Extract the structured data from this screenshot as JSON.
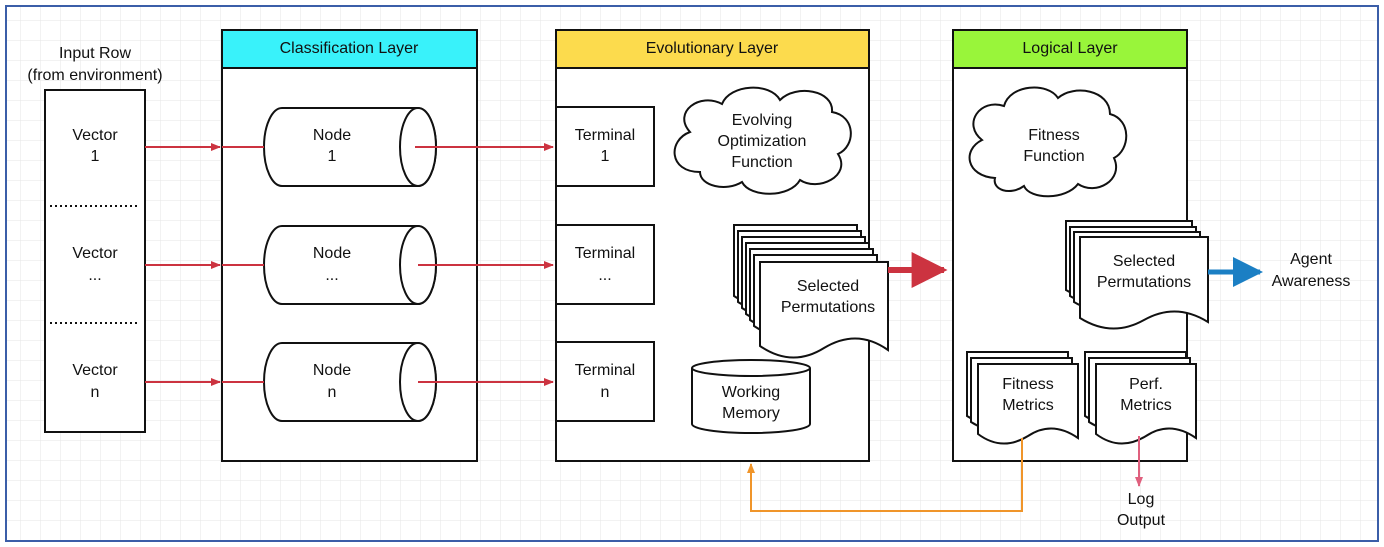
{
  "input": {
    "title_line1": "Input Row",
    "title_line2": "(from environment)",
    "vectors": [
      {
        "line1": "Vector",
        "line2": "1"
      },
      {
        "line1": "Vector",
        "line2": "..."
      },
      {
        "line1": "Vector",
        "line2": "n"
      }
    ]
  },
  "classification": {
    "title": "Classification Layer",
    "color": "#39f2fa",
    "nodes": [
      {
        "line1": "Node",
        "line2": "1"
      },
      {
        "line1": "Node",
        "line2": "..."
      },
      {
        "line1": "Node",
        "line2": "n"
      }
    ]
  },
  "evolutionary": {
    "title": "Evolutionary Layer",
    "color": "#fcdb4d",
    "terminals": [
      {
        "line1": "Terminal",
        "line2": "1"
      },
      {
        "line1": "Terminal",
        "line2": "..."
      },
      {
        "line1": "Terminal",
        "line2": "n"
      }
    ],
    "cloud": {
      "line1": "Evolving",
      "line2": "Optimization",
      "line3": "Function"
    },
    "permutations": {
      "line1": "Selected",
      "line2": "Permutations"
    },
    "memory": {
      "line1": "Working",
      "line2": "Memory"
    }
  },
  "logical": {
    "title": "Logical Layer",
    "color": "#99f53a",
    "cloud": {
      "line1": "Fitness",
      "line2": "Function"
    },
    "permutations": {
      "line1": "Selected",
      "line2": "Permutations"
    },
    "fitness_metrics": {
      "line1": "Fitness",
      "line2": "Metrics"
    },
    "perf_metrics": {
      "line1": "Perf.",
      "line2": "Metrics"
    }
  },
  "outputs": {
    "agent_line1": "Agent",
    "agent_line2": "Awareness",
    "log_line1": "Log",
    "log_line2": "Output"
  },
  "colors": {
    "arrow_red": "#cc3340",
    "arrow_blue": "#1b7fc4",
    "arrow_orange": "#f0952a",
    "arrow_pink": "#e0607e",
    "frame_blue": "#3b5ea8",
    "grid": "#e6e6e6"
  }
}
